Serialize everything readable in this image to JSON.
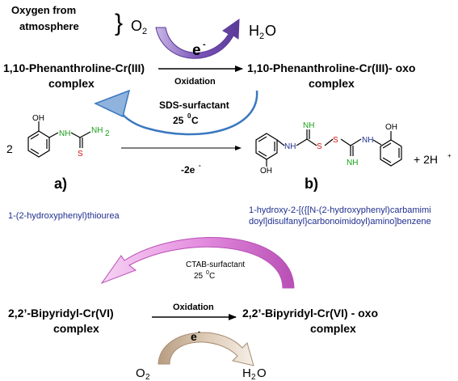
{
  "top": {
    "oxygen_source": [
      "Oxygen from",
      "atmosphere"
    ],
    "o2": "O",
    "o2_sub": "2",
    "h2o_h": "H",
    "h2o_sub": "2",
    "h2o_o": "O",
    "electron": "e",
    "electron_sup": "-",
    "left_complex": [
      "1,10-Phenanthroline-Cr(III)",
      "complex"
    ],
    "right_complex": [
      "1,10-Phenanthroline-Cr(III)- oxo",
      "complex"
    ],
    "process": "Oxidation",
    "surfactant": "SDS-surfactant",
    "temperature": "25 ",
    "temp_sup": "0",
    "temp_unit": "C"
  },
  "reaction": {
    "coefficient": "2",
    "electrons_lost": "-2e",
    "electrons_sup": "-",
    "plus_products": "+ 2H",
    "proton_sup": "+",
    "label_a": "a)",
    "label_b": "b)",
    "name_a": "1-(2-hydroxyphenyl)thiourea",
    "name_b": [
      "1-hydroxy-2-[({[N-(2-hydroxyphenyl)carbamimi",
      "doyl]disulfanyl}carbonoimidoyl)amino]benzene"
    ],
    "atoms": {
      "OH": "OH",
      "NH": "NH",
      "NH2": "NH",
      "NH2_sub": "2",
      "S": "S",
      "NH_imine": "NH"
    }
  },
  "bottom": {
    "surfactant": "CTAB-surfactant",
    "temperature": "25 ",
    "temp_sup": "0",
    "temp_unit": "C",
    "left_complex": [
      "2,2’-Bipyridyl-Cr(VI)",
      "complex"
    ],
    "right_complex": [
      "2,2’-Bipyridyl-Cr(VI) - oxo",
      "complex"
    ],
    "process": "Oxidation",
    "electron": "e",
    "electron_sup": "-",
    "o2": "O",
    "o2_sub": "2",
    "h2o_h": "H",
    "h2o_sub": "2",
    "h2o_o": "O"
  },
  "colors": {
    "top_arrow_purple": "#6b4aa8",
    "top_arrow_light": "#c9b6e6",
    "cycle_blue": "#3a78c0",
    "cycle_blue_fill": "#8fb3dd",
    "pink_arrow": "#d46cd0",
    "pink_light": "#f3c6ef",
    "tan": "#c9b39a",
    "tan_light": "#efe6da",
    "nitrogen": "#1aa01a",
    "sulfur": "#d01010",
    "oxygen_blue": "#1f2f8f"
  }
}
